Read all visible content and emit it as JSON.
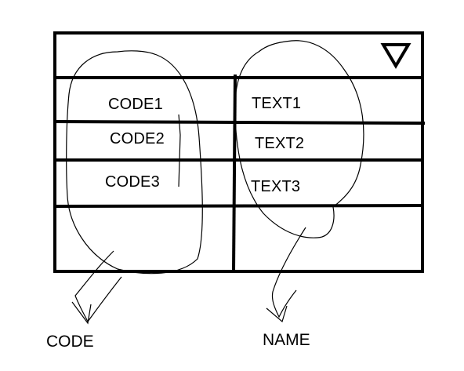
{
  "dropdown": {
    "toggle_icon": "triangle-down-icon",
    "rows": [
      {
        "code": "CODE1",
        "name": "TEXT1"
      },
      {
        "code": "CODE2",
        "name": "TEXT2"
      },
      {
        "code": "CODE3",
        "name": "TEXT3"
      },
      {
        "code": "",
        "name": ""
      }
    ]
  },
  "annotations": {
    "code_label": "CODE",
    "name_label": "NAME"
  },
  "colors": {
    "ink": "#000000",
    "background": "#ffffff"
  }
}
